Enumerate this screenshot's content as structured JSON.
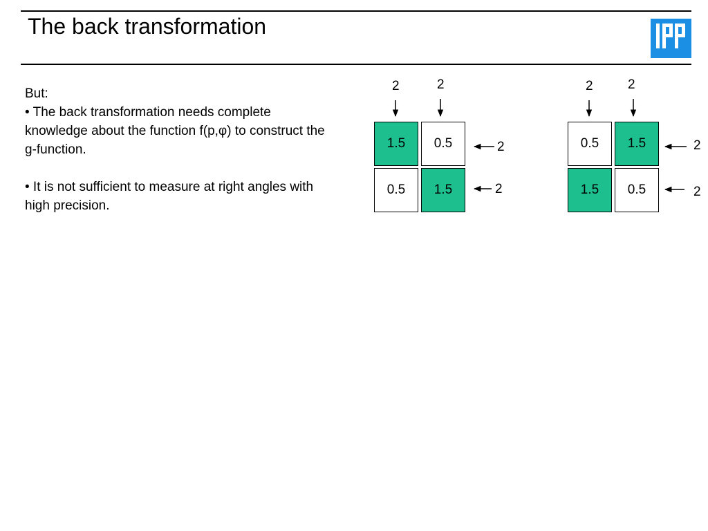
{
  "slide": {
    "title": "The back transformation",
    "logo_text": "IPP",
    "body": {
      "intro": "But:",
      "bullet1": "• The back transformation needs complete knowledge about the function f(p,φ) to construct the g-function.",
      "bullet2": "• It is not sufficient to measure at right angles with high precision."
    }
  },
  "colors": {
    "filled": "#1dbf8e",
    "empty": "#ffffff",
    "logo": "#1a8fe3"
  },
  "diagrams": [
    {
      "cells": [
        [
          "1.5",
          "0.5"
        ],
        [
          "0.5",
          "1.5"
        ]
      ],
      "filled": [
        [
          true,
          false
        ],
        [
          false,
          true
        ]
      ],
      "column_sums": [
        "2",
        "2"
      ],
      "row_sums": [
        "2",
        "2"
      ]
    },
    {
      "cells": [
        [
          "0.5",
          "1.5"
        ],
        [
          "1.5",
          "0.5"
        ]
      ],
      "filled": [
        [
          false,
          true
        ],
        [
          true,
          false
        ]
      ],
      "column_sums": [
        "2",
        "2"
      ],
      "row_sums": [
        "2",
        "2"
      ]
    }
  ]
}
